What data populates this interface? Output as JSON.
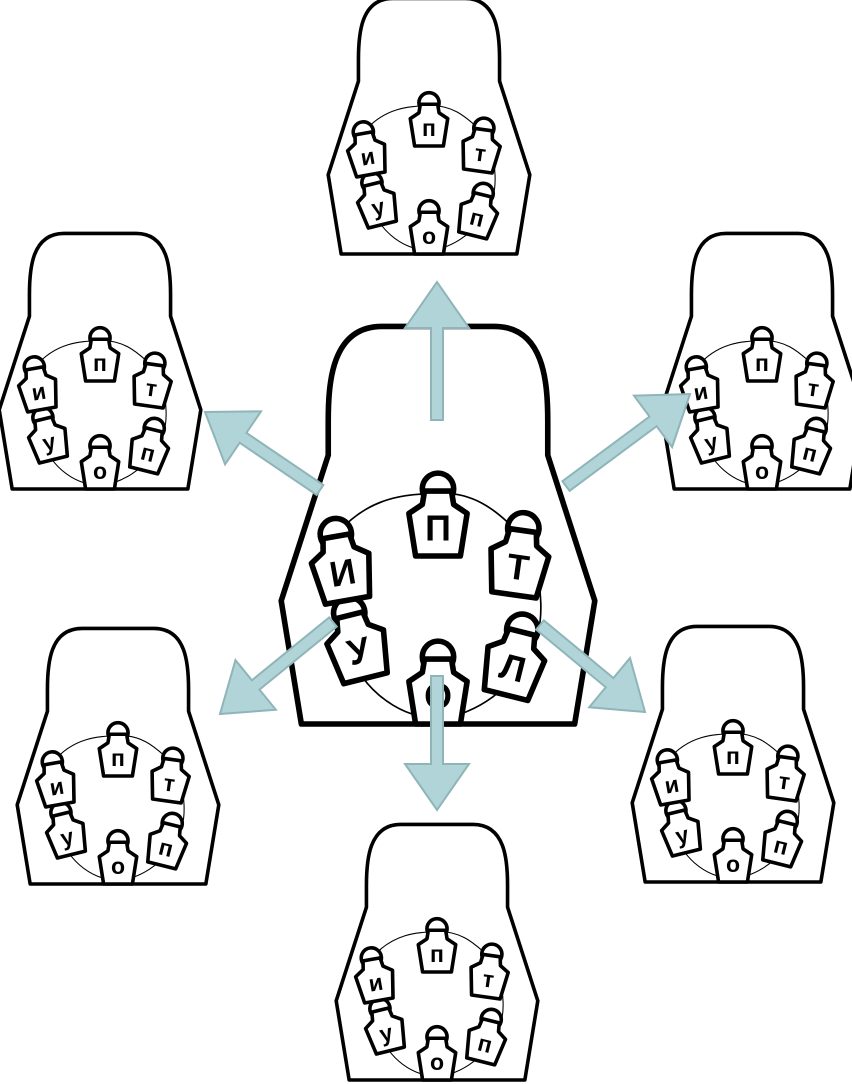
{
  "colors": {
    "outline": "#000000",
    "arrow_fill": "#b0d4d8",
    "arrow_stroke": "#8fb5b9",
    "background": "#ffffff"
  },
  "letters": [
    "П",
    "Т",
    "Л",
    "О",
    "У",
    "И"
  ],
  "small_letters": [
    "п",
    "т",
    "п",
    "о",
    "у",
    "и"
  ]
}
